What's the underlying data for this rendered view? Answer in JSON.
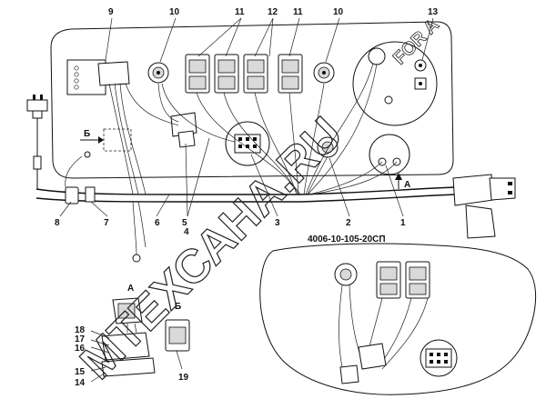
{
  "drawing": {
    "drawing_number": "4006-10-105-20СП",
    "watermark": "МТЕХСАНА.RU",
    "watermark_small": "FOR A"
  },
  "callouts": [
    {
      "id": "c9",
      "label": "9"
    },
    {
      "id": "c10a",
      "label": "10"
    },
    {
      "id": "c11a",
      "label": "11"
    },
    {
      "id": "c12",
      "label": "12"
    },
    {
      "id": "c11b",
      "label": "11"
    },
    {
      "id": "c10b",
      "label": "10"
    },
    {
      "id": "c13",
      "label": "13"
    },
    {
      "id": "c8",
      "label": "8"
    },
    {
      "id": "c7",
      "label": "7"
    },
    {
      "id": "c6",
      "label": "6"
    },
    {
      "id": "c5",
      "label": "5"
    },
    {
      "id": "c4",
      "label": "4"
    },
    {
      "id": "c3",
      "label": "3"
    },
    {
      "id": "c2",
      "label": "2"
    },
    {
      "id": "c1",
      "label": "1"
    },
    {
      "id": "c18",
      "label": "18"
    },
    {
      "id": "c17",
      "label": "17"
    },
    {
      "id": "c16",
      "label": "16"
    },
    {
      "id": "c15",
      "label": "15"
    },
    {
      "id": "c14",
      "label": "14"
    },
    {
      "id": "c19",
      "label": "19"
    }
  ],
  "view_labels": {
    "view_a_main": "А",
    "view_b_main": "Б",
    "view_a_detail": "А",
    "view_b_detail": "Б"
  }
}
